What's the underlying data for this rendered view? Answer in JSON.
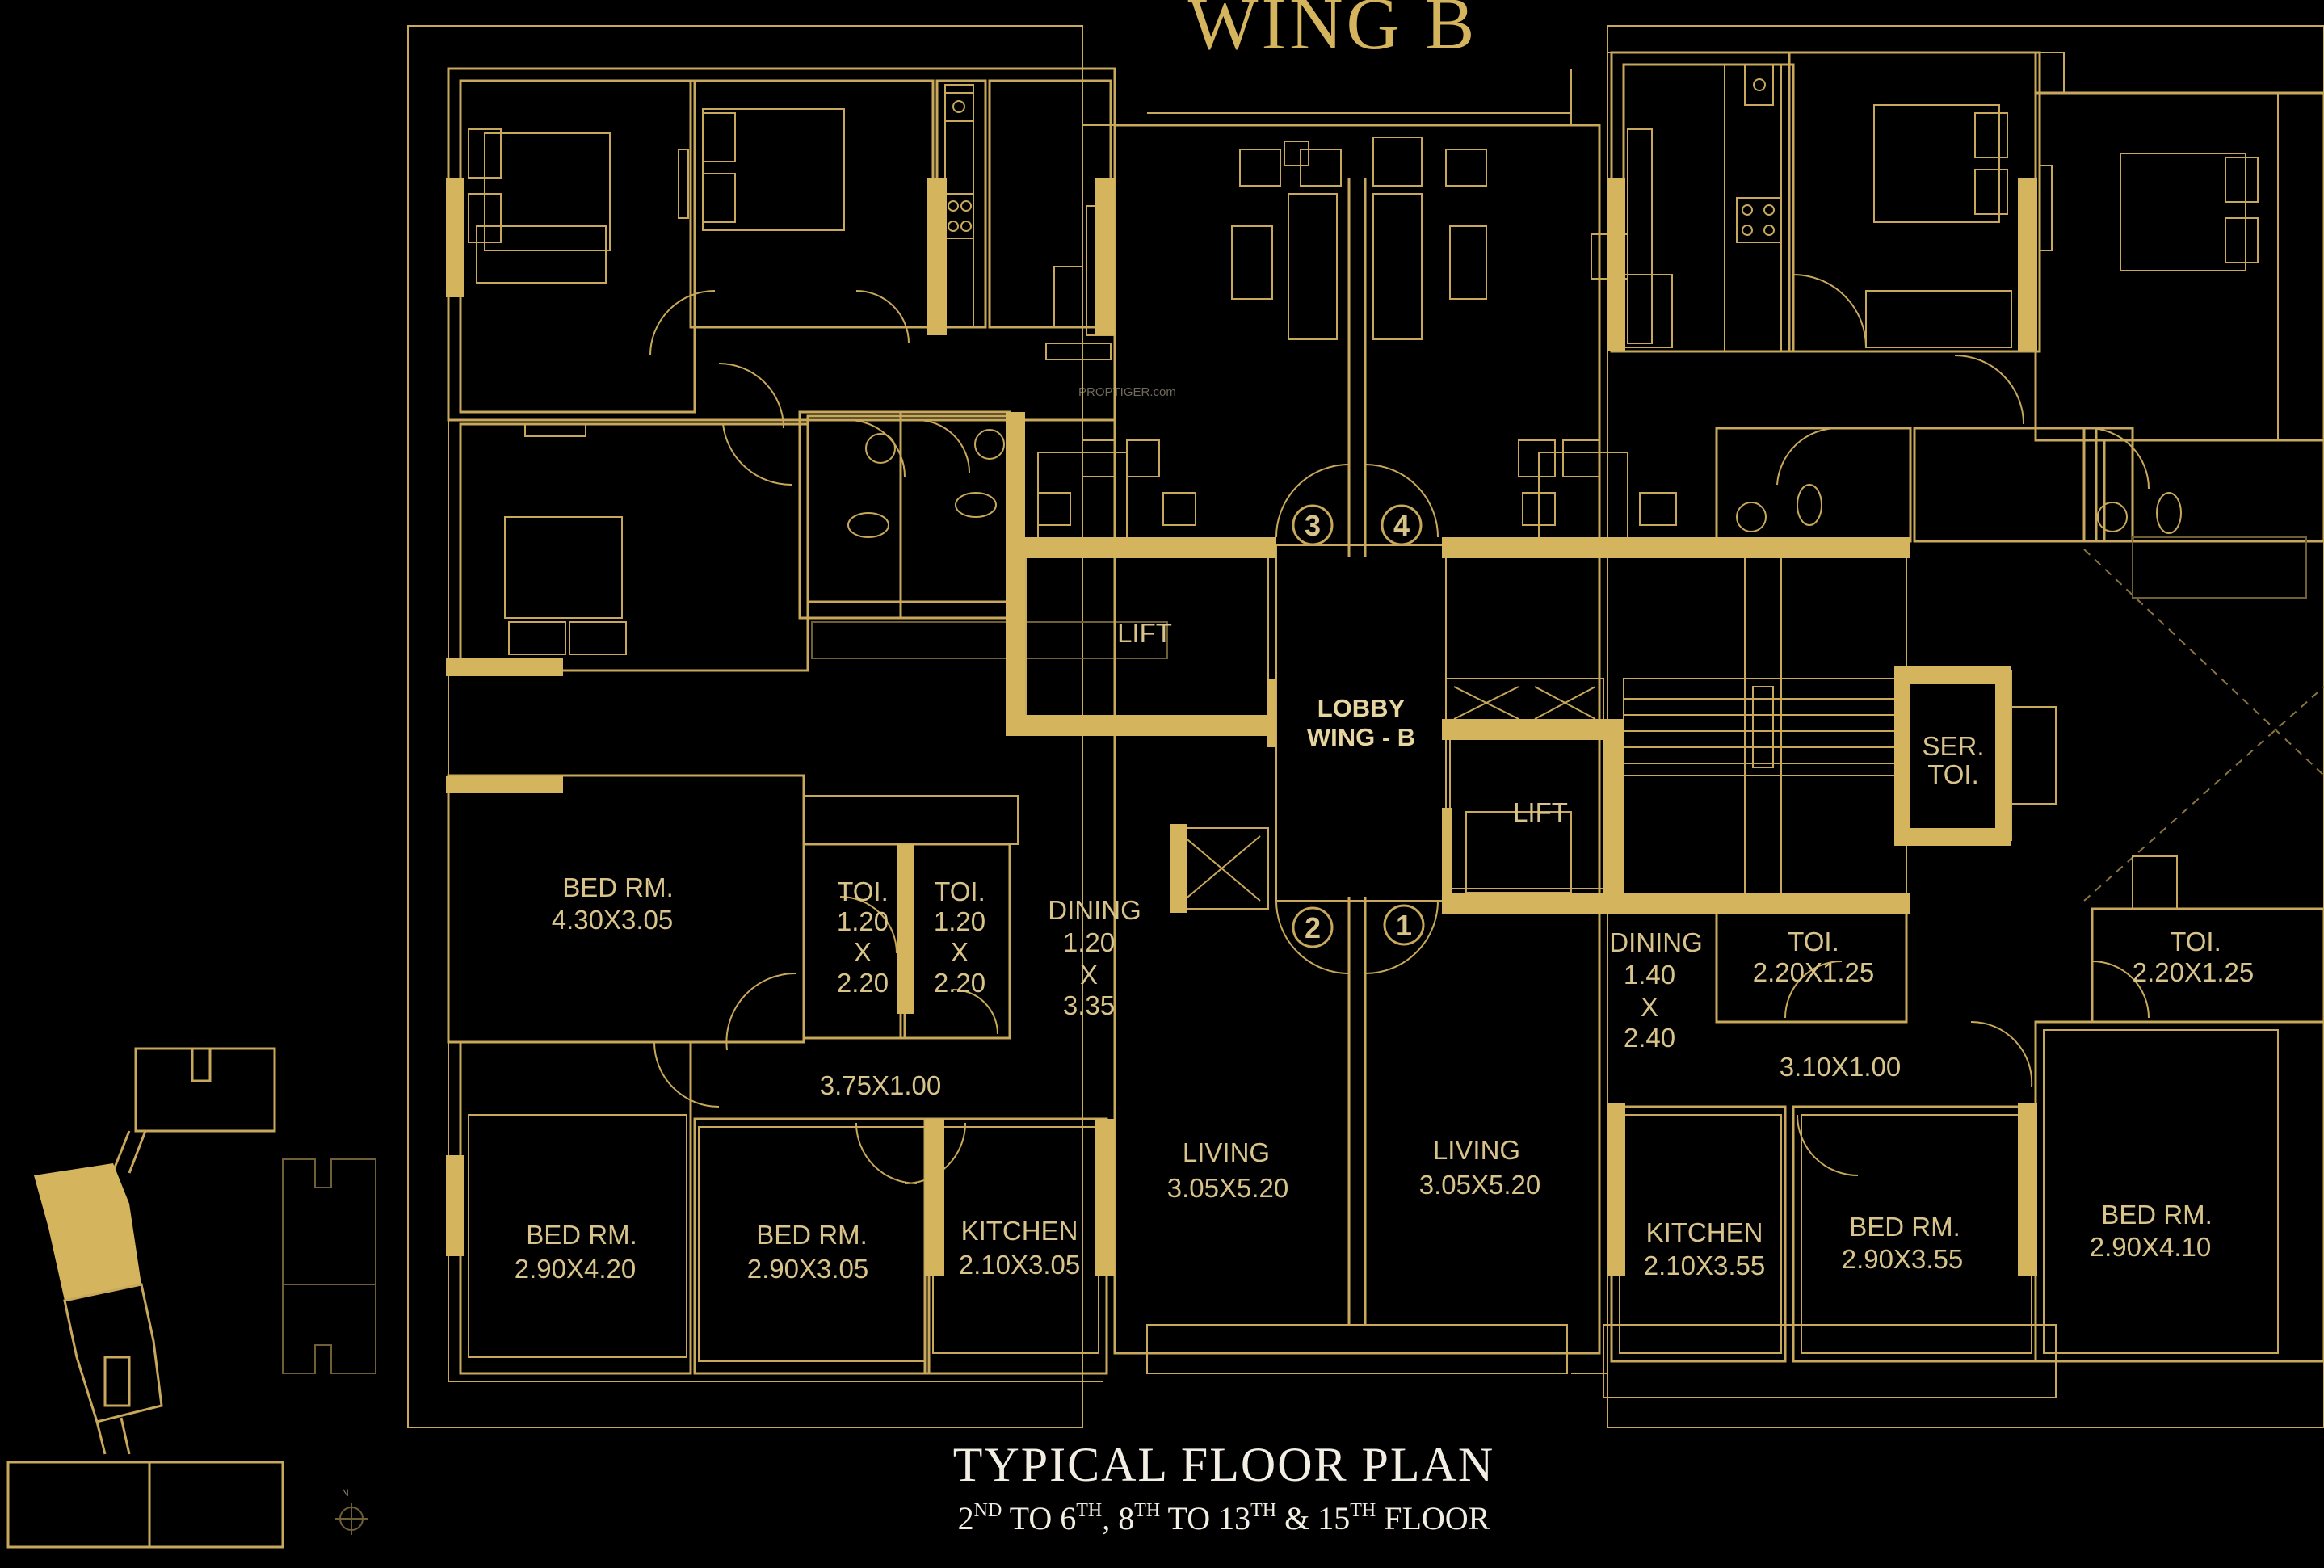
{
  "wing_title": "WING B",
  "watermark": "PROPTIGER.com",
  "lobby": {
    "line1": "LOBBY",
    "line2": "WING - B"
  },
  "lift_label": "LIFT",
  "ser_toi": {
    "line1": "SER.",
    "line2": "TOI."
  },
  "stair_numbers": [
    "1",
    "2",
    "3",
    "4"
  ],
  "rooms": {
    "bed_top_left": {
      "name": "BED RM.",
      "size": "4.30X3.05"
    },
    "toi_a": {
      "name": "TOI.",
      "w": "1.20",
      "x": "X",
      "h": "2.20"
    },
    "toi_b": {
      "name": "TOI.",
      "w": "1.20",
      "x": "X",
      "h": "2.20"
    },
    "dining_left": {
      "name": "DINING",
      "w": "1.20",
      "x": "X",
      "h": "3.35"
    },
    "passage_left": {
      "size": "3.75X1.00"
    },
    "bed_left": {
      "name": "BED RM.",
      "size": "2.90X4.20"
    },
    "bed_mid_left": {
      "name": "BED RM.",
      "size": "2.90X3.05"
    },
    "kitchen_left": {
      "name": "KITCHEN",
      "size": "2.10X3.05"
    },
    "living_left": {
      "name": "LIVING",
      "size": "3.05X5.20"
    },
    "living_right": {
      "name": "LIVING",
      "size": "3.05X5.20"
    },
    "dining_right": {
      "name": "DINING",
      "w": "1.40",
      "x": "X",
      "h": "2.40"
    },
    "toi_c": {
      "name": "TOI.",
      "size": "2.20X1.25"
    },
    "toi_d": {
      "name": "TOI.",
      "size": "2.20X1.25"
    },
    "passage_right": {
      "size": "3.10X1.00"
    },
    "kitchen_right": {
      "name": "KITCHEN",
      "size": "2.10X3.55"
    },
    "bed_mid_right": {
      "name": "BED RM.",
      "size": "2.90X3.55"
    },
    "bed_right": {
      "name": "BED RM.",
      "size": "2.90X4.10"
    }
  },
  "footer": {
    "title": "TYPICAL FLOOR PLAN",
    "floors": [
      "2",
      "ND",
      " TO 6",
      "TH",
      ", 8",
      "TH",
      " TO 13",
      "TH",
      " & 15",
      "TH",
      " FLOOR"
    ]
  },
  "compass_label": "N",
  "colors": {
    "background": "#000000",
    "gold": "#D4B45C",
    "text": "#D8C48A",
    "footer_text": "#F2EEE4"
  }
}
